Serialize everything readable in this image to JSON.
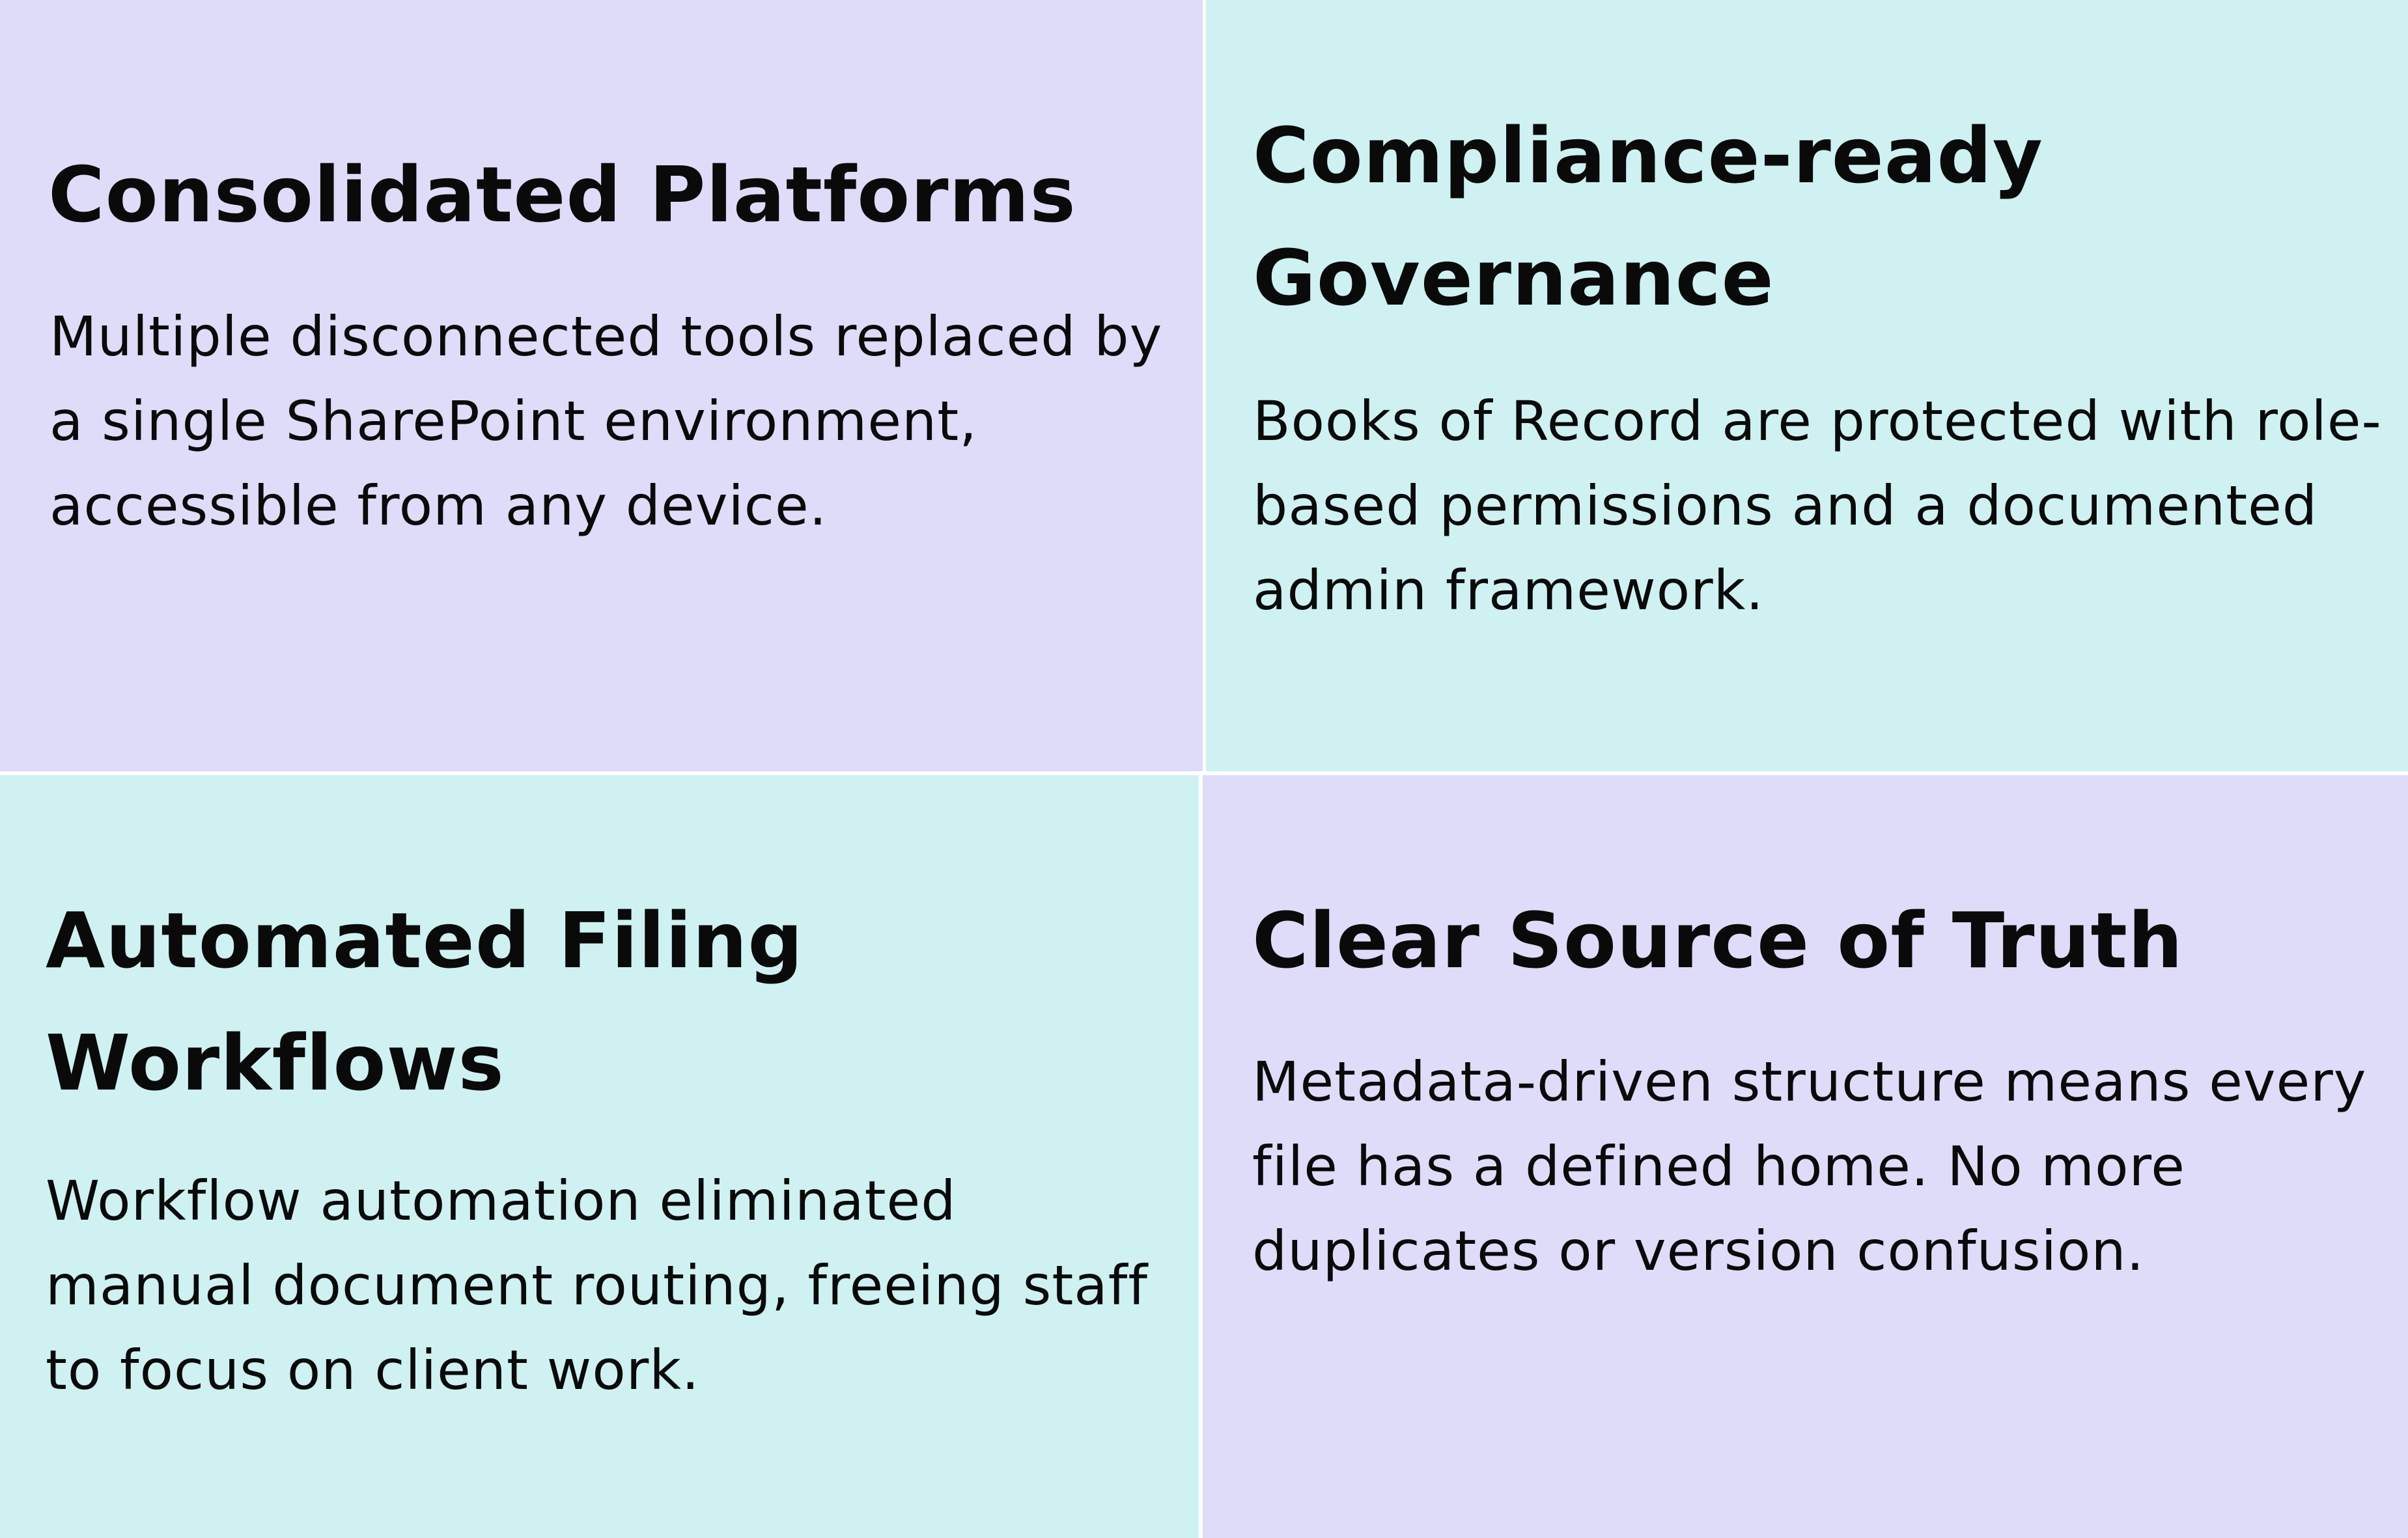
{
  "colors": {
    "lavender": "#dedcf9",
    "mint": "#cff1f2",
    "divider": "#ffffff",
    "text": "#0a0a0a"
  },
  "cards": [
    {
      "title": "Consolidated Platforms",
      "body": "Multiple disconnected tools replaced by a single SharePoint environment, accessible from any device."
    },
    {
      "title": "Compliance-ready Governance",
      "body": "Books of Record are protected with role-based permissions and a documented admin framework."
    },
    {
      "title": "Automated Filing Workflows",
      "body": "Workflow automation eliminated manual document routing, freeing staff to focus on client work."
    },
    {
      "title": "Clear Source of Truth",
      "body": "Metadata-driven structure means every file has a defined home. No more duplicates or version confusion."
    }
  ]
}
